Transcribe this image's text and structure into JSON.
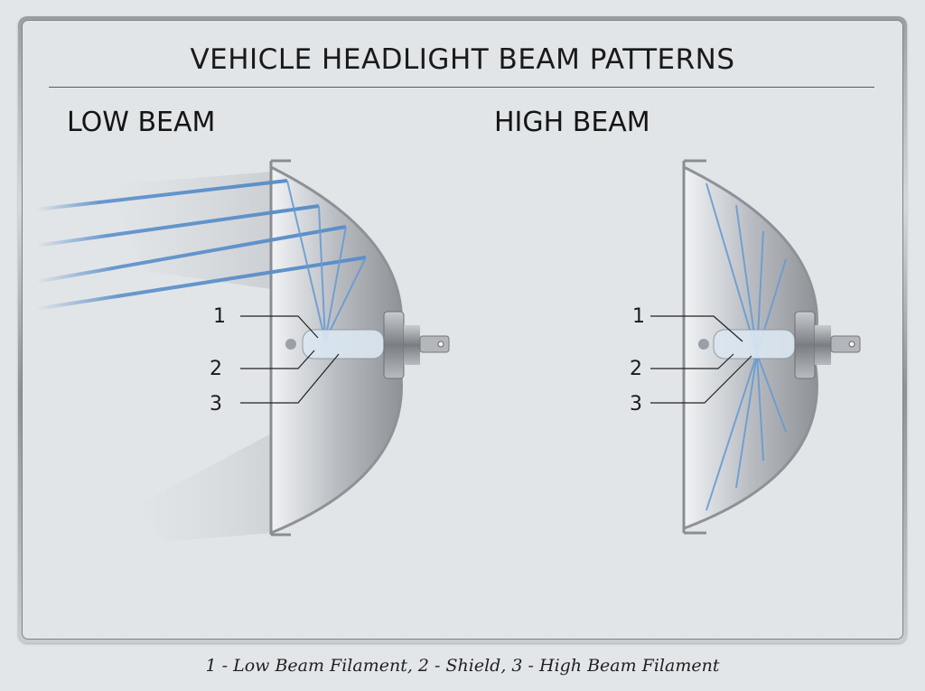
{
  "title": "VEHICLE HEADLIGHT BEAM PATTERNS",
  "panels": {
    "low": {
      "label": "LOW BEAM",
      "callouts": [
        "1",
        "2",
        "3"
      ]
    },
    "high": {
      "label": "HIGH BEAM",
      "callouts": [
        "1",
        "2",
        "3"
      ]
    }
  },
  "caption": "1 - Low Beam Filament, 2 - Shield, 3 - High Beam Filament",
  "legend": [
    {
      "num": "1",
      "label": "Low Beam Filament"
    },
    {
      "num": "2",
      "label": "Shield"
    },
    {
      "num": "3",
      "label": "High Beam Filament"
    }
  ],
  "colors": {
    "beam": "#5b8fc9",
    "background": "#e3e6e9",
    "text": "#1a1a1a",
    "reflector": "#a9adb2"
  }
}
